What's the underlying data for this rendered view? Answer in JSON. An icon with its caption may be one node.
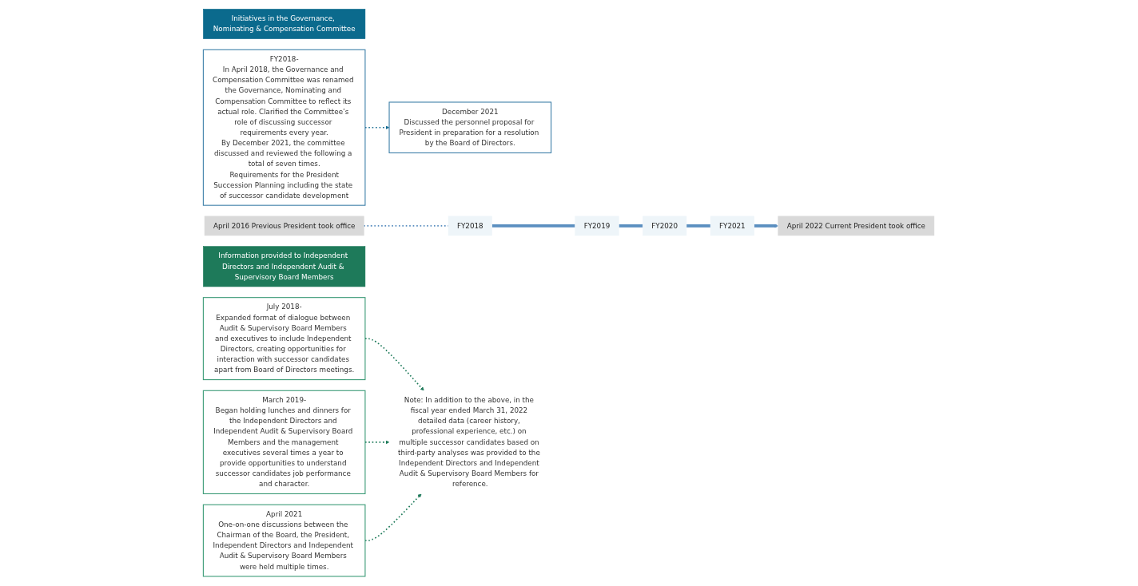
{
  "diagram": {
    "nodes": [
      {
        "text": [
          "Initiatives in the Governance, Nominating & Compensation Committee"
        ]
      },
      {
        "text": [
          "FY2018-",
          "In April 2018, the Governance and Compensation Committee was renamed the Governance, Nominating and Compensation Committee to reflect its actual role. Clarified the Committee’s role of discussing successor requirements every year.",
          "By December 2021, the committee discussed and reviewed the following a total of seven times.",
          "Requirements for the President",
          "Succession Planning including the state of successor candidate development"
        ]
      },
      {
        "text": [
          "December 2021",
          "Discussed the personnel proposal for President in preparation for a resolution by the Board of Directors."
        ]
      },
      {
        "text": [
          "April 2016 Previous President took office"
        ]
      },
      {
        "text": [
          "FY2018"
        ]
      },
      {
        "text": [
          "FY2019"
        ]
      },
      {
        "text": [
          "FY2020"
        ]
      },
      {
        "text": [
          "FY2021"
        ]
      },
      {
        "text": [
          "April 2022 Current President took office"
        ]
      },
      {
        "text": [
          "Information provided to Independent Directors and Independent Audit & Supervisory Board Members"
        ]
      },
      {
        "text": [
          "July 2018-",
          "Expanded format of dialogue between Audit & Supervisory Board Members and executives to include Independent Directors, creating opportunities for interaction with successor candidates apart from Board of Directors meetings."
        ]
      },
      {
        "text": [
          "March 2019-",
          "Began holding lunches and dinners for the Independent Directors and Independent Audit & Supervisory Board Members and the management executives several times a year to provide opportunities to understand successor candidates job performance and character."
        ]
      },
      {
        "text": [
          "April 2021",
          "One-on-one discussions between the Chairman of the Board, the President, Independent Directors and Independent Audit & Supervisory Board Members were held multiple times."
        ]
      },
      {
        "text": [
          "Note: In addition to the above, in the fiscal year ended March 31, 2022 detailed data (career history, professional experience, etc.) on multiple successor candidates based on third-party analyses was provided to the Independent Directors and Independent Audit & Supervisory Board Members for reference."
        ]
      }
    ],
    "edges": [
      {
        "from": 1,
        "to": 2,
        "arrow": "to",
        "style": "dashed",
        "color": "#1b6f94"
      },
      {
        "from": 3,
        "to": 4,
        "arrow": "none",
        "style": "dashed"
      },
      {
        "from": 4,
        "to": 5,
        "arrow": "none",
        "style": "thick"
      },
      {
        "from": 5,
        "to": 6,
        "arrow": "none",
        "style": "thick"
      },
      {
        "from": 6,
        "to": 7,
        "arrow": "none",
        "style": "thick"
      },
      {
        "from": 7,
        "to": 8,
        "arrow": "to",
        "style": "thick"
      },
      {
        "from": 10,
        "to": 13,
        "arrow": "to",
        "style": "dashed",
        "color": "#1e7a5a"
      },
      {
        "from": 11,
        "to": 13,
        "arrow": "to",
        "style": "dashed",
        "color": "#1e7a5a"
      },
      {
        "from": 12,
        "to": 13,
        "arrow": "to",
        "style": "dashed",
        "color": "#1e7a5a"
      }
    ]
  }
}
